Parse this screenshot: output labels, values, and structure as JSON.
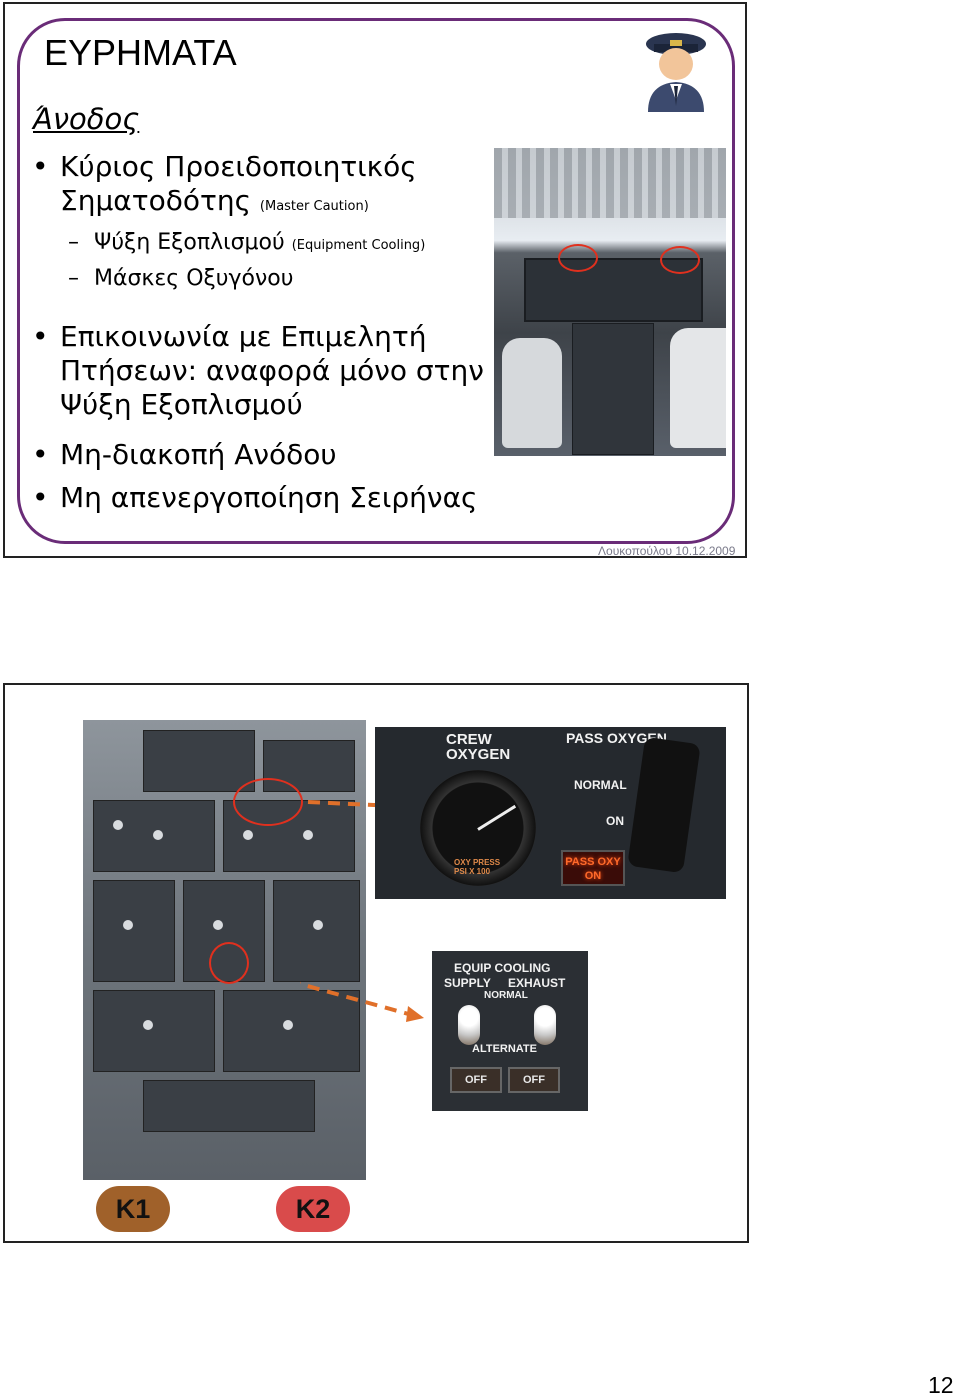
{
  "slide1": {
    "title": "ΕΥΡΗΜΑΤΑ",
    "subheading": "Άνοδος",
    "bullets": [
      {
        "line1": "Κύριος Προειδοποιητικός",
        "line2": "Σηματοδότης",
        "small": "(Master Caution)"
      },
      {
        "text": "Επικοινωνία με Επιμελητή Πτήσεων: αναφορά μόνο στην Ψύξη Εξοπλισμού"
      },
      {
        "text": "Μη-διακοπή Ανόδου"
      },
      {
        "text": "Μη απενεργοποίηση Σειρήνας"
      }
    ],
    "sub_bullets": [
      {
        "dash": "–",
        "text": "Ψύξη Εξοπλισμού",
        "small": "(Equipment Cooling)"
      },
      {
        "dash": "–",
        "text": "Μάσκες Οξυγόνου"
      }
    ],
    "footer": "Λουκοπούλου  10.12.2009"
  },
  "slide2": {
    "crew_oxygen_label": "CREW\nOXYGEN",
    "pass_oxygen_label": "PASS OXYGEN",
    "normal_label": "NORMAL",
    "on_label": "ON",
    "gauge_label": "OXY PRESS\nPSI X 100",
    "pass_oxy_lamp": "PASS OXY\nON",
    "equip_cooling_title": "EQUIP  COOLING",
    "supply_label": "SUPPLY",
    "exhaust_label": "EXHAUST",
    "equip_normal_label": "NORMAL",
    "alternate_label": "ALTERNATE",
    "off_left": "OFF",
    "off_right": "OFF",
    "badge_k1": "K1",
    "badge_k2": "K2",
    "colors": {
      "k1": "#a0612a",
      "k2": "#d94b4b",
      "arrow": "#e0702a",
      "circle": "#e0301e"
    }
  },
  "page_number": "12"
}
